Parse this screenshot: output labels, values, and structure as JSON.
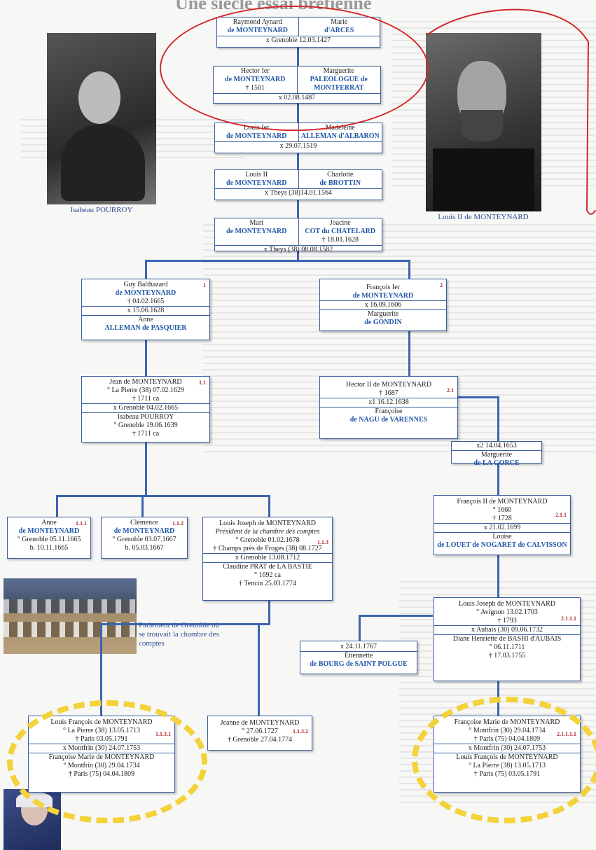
{
  "page_title": "Une siècle essai bretienne",
  "captions": {
    "isabeau": "Isabeau POURROY",
    "louis2": "Louis II de MONTEYNARD",
    "parlement": "Parlement de Grenoble où se trouvait la chambre des comptes"
  },
  "boxes": {
    "raymond": {
      "husband": [
        "Raymond Aynard",
        "de MONTEYNARD"
      ],
      "wife": [
        "Marie",
        "d'ARCES"
      ],
      "marriage": "x Grenoble 12.03.1427"
    },
    "hector1": {
      "husband": [
        "Hector Ier",
        "de MONTEYNARD",
        "† 1501"
      ],
      "wife": [
        "Marguerite",
        "PALEOLOGUE de",
        "MONTFERRAT"
      ],
      "marriage": "x 02.08.1487"
    },
    "louis1": {
      "husband": [
        "Louis Ier",
        "de MONTEYNARD"
      ],
      "wife": [
        "Madeleine",
        "ALLEMAN d'ALBARON"
      ],
      "marriage": "x 29.07.1519"
    },
    "louis2": {
      "husband": [
        "Louis II",
        "de MONTEYNARD"
      ],
      "wife": [
        "Charlotte",
        "de BROTTIN"
      ],
      "marriage": "x Theys (38)14.01.1564"
    },
    "mari": {
      "husband": [
        "Mari",
        "de MONTEYNARD"
      ],
      "wife": [
        "Joacine",
        "COT du CHATELARD",
        "† 18.01.1628"
      ],
      "marriage": "x Theys (38) 08.08.1582"
    },
    "guy": {
      "num": "1",
      "lines": [
        "Guy Balthazard",
        "de MONTEYNARD",
        "† 04.02.1665",
        "x 15.06.1628",
        "Anne",
        "ALLEMAN de PASQUIER"
      ]
    },
    "francois1": {
      "num": "2",
      "lines": [
        "François Ier",
        "de MONTEYNARD",
        "x 16.09.1606",
        "Marguerite",
        "de GONDIN"
      ]
    },
    "jean": {
      "num": "1.1",
      "lines": [
        "Jean de MONTEYNARD",
        "° La Pierre (38) 07.02.1629",
        "† 1711 ca",
        "x Grenoble 04.02.1665",
        "Isabeau POURROY",
        "° Grenoble 19.06.1639",
        "† 1711 ca"
      ]
    },
    "hector2": {
      "num": "2.1",
      "lines": [
        "Hector II de MONTEYNARD",
        "† 1687",
        "x1 16.12.1638",
        "Françoise",
        "de NAGU de VARENNES"
      ]
    },
    "gorce": {
      "lines": [
        "x2 14.04.1653",
        "Marguerite",
        "de LA GORCE"
      ]
    },
    "anne": {
      "num": "1.1.1",
      "lines": [
        "Anne",
        "de MONTEYNARD",
        "° Grenoble 05.11.1665",
        "b. 10.11.1665"
      ]
    },
    "clemence": {
      "num": "1.1.2",
      "lines": [
        "Clémence",
        "de MONTEYNARD",
        "° Grenoble 03.07.1667",
        "b. 05.03.1667"
      ]
    },
    "louisjoseph1": {
      "num": "1.1.3",
      "lines": [
        "Louis Joseph de MONTEYNARD",
        "Président de la chambre des comptes",
        "° Grenoble 01.02.1678",
        "† Champs près de Froges (38) 08.1727",
        "x Grenoble 13.08.1712",
        "Claudine PRAT de LA BASTIE",
        "° 1692 ca",
        "† Tencin 25.03.1774"
      ]
    },
    "francois2": {
      "num": "2.1.1",
      "lines": [
        "François II de MONTEYNARD",
        "° 1660",
        "† 1728",
        "x 21.02.1699",
        "Louise",
        "de LOUET de NOGARET de CALVISSON"
      ]
    },
    "louisjoseph2": {
      "num": "2.1.1.1",
      "lines": [
        "Louis Joseph de MONTEYNARD",
        "° Avignon 13.02.1703",
        "† 1793",
        "x Aubais (30) 09.06.1732",
        "Diane Henriette de BASHI d'AUBAIS",
        "° 06.11.1711",
        "† 17.03.1755"
      ]
    },
    "etiennette": {
      "lines": [
        "x 24.11.1767",
        "Étiennette",
        "de BOURG de SAINT POLGUE"
      ]
    },
    "louisfrancois": {
      "num": "1.1.3.1",
      "lines": [
        "Louis François de MONTEYNARD",
        "° La Pierre (38) 13.05.1713",
        "† Paris 03.05.1791",
        "x Montfrin (30) 24.07.1753",
        "Françoise Marie de MONTEYNARD",
        "° Montfrin (30) 29.04.1734",
        "† Paris (75) 04.04.1809"
      ]
    },
    "jeanne": {
      "num": "1.1.3.2",
      "lines": [
        "Jeanne de MONTEYNARD",
        "° 27.06.1727",
        "† Grenoble 27.04.1774"
      ]
    },
    "francoisemarie": {
      "num": "2.1.1.1.1",
      "lines": [
        "Françoise Marie de MONTEYNARD",
        "° Montfrin (30) 29.04.1734",
        "† Paris (75) 04.04.1809",
        "x Montfrin (30) 24.07.1753",
        "Louis François de MONTEYNARD",
        "° La Pierre (38) 13.05.1713",
        "† Paris (75) 03.05.1791"
      ]
    }
  }
}
